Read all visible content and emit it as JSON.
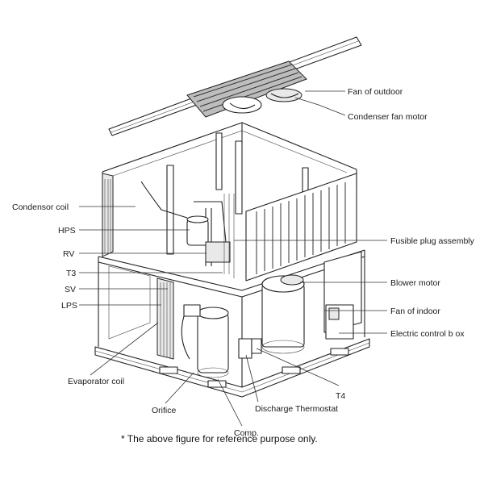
{
  "labels": {
    "fan_outdoor": "Fan of outdoor",
    "condenser_fan_motor": "Condenser fan motor",
    "condensor_coil": "Condensor coil",
    "hps": "HPS",
    "rv": "RV",
    "t3": "T3",
    "sv": "SV",
    "lps": "LPS",
    "fusible_plug": "Fusible plug assembly",
    "blower_motor": "Blower motor",
    "fan_indoor": "Fan of indoor",
    "electric_box": "Electric control b ox",
    "evaporator_coil": "Evaporator coil",
    "orifice": "Orifice",
    "comp": "Comp.",
    "t4": "T4",
    "discharge_thermostat": "Discharge Thermostat"
  },
  "note": "* The above figure for reference purpose only.",
  "colors": {
    "line": "#222222",
    "text": "#1a1a1a",
    "shade": "#e9e9e9"
  }
}
